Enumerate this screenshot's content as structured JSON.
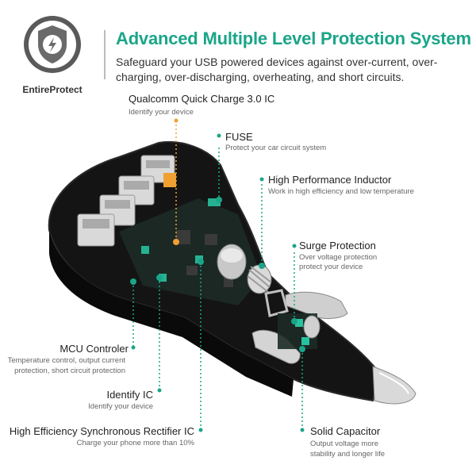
{
  "header": {
    "brand": "EntireProtect",
    "title": "Advanced Multiple Level Protection System",
    "subtitle": "Safeguard your USB powered devices against over-current, over-charging, over-discharging, overheating, and short circuits."
  },
  "colors": {
    "accent": "#1aa589",
    "highlight": "#f0a030"
  },
  "callouts": {
    "qualcomm": {
      "title": "Qualcomm Quick Charge 3.0 IC",
      "desc": "Identify your device"
    },
    "fuse": {
      "title": "FUSE",
      "desc": "Protect your car circuit system"
    },
    "inductor": {
      "title": "High Performance Inductor",
      "desc": "Work in high efficiency and low temperature"
    },
    "surge": {
      "title": "Surge Protection",
      "desc1": "Over voltage protection",
      "desc2": "protect your device"
    },
    "mcu": {
      "title": "MCU Controler",
      "desc1": "Temperature control, output current",
      "desc2": "protection, short circuit protection"
    },
    "identify": {
      "title": "Identify  IC",
      "desc": "Identify your device"
    },
    "rectifier": {
      "title": "High Efficiency Synchronous Rectifier IC",
      "desc": "Charge your phone more than 10%"
    },
    "capacitor": {
      "title": "Solid Capacitor",
      "desc1": "Output voltage more",
      "desc2": "stability and longer life"
    }
  }
}
